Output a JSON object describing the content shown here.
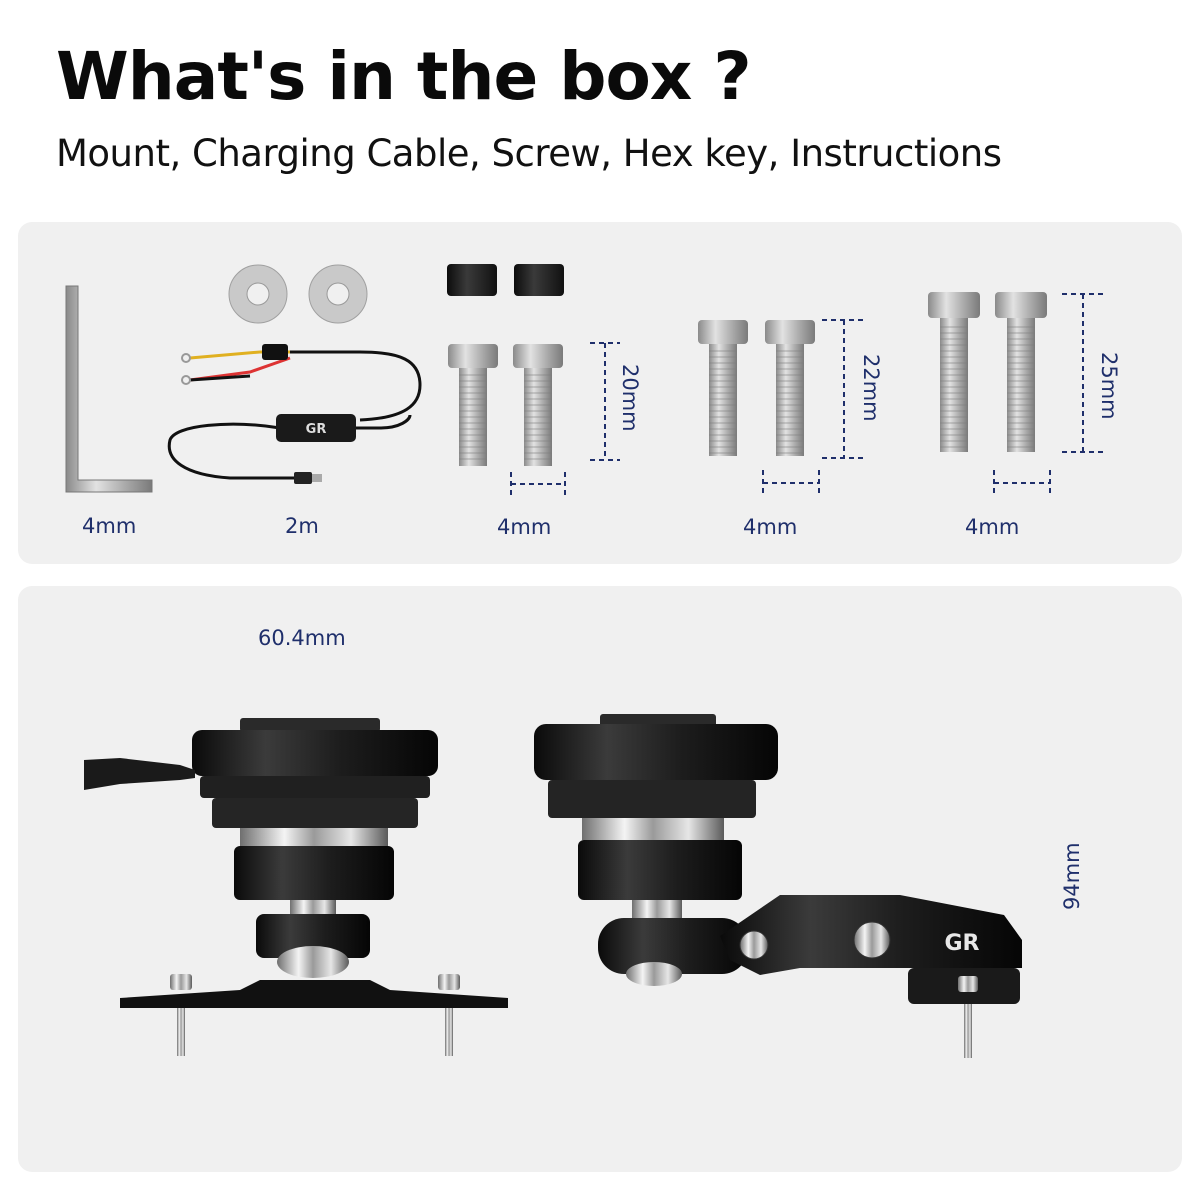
{
  "header": {
    "title": "What's in the box ?",
    "subtitle": "Mount, Charging Cable, Screw, Hex key, Instructions"
  },
  "contents": {
    "hex_key": {
      "label": "4mm"
    },
    "charging_cable": {
      "label": "2m",
      "logo": "GR"
    },
    "screw_set_20": {
      "length_label": "20mm",
      "width_label": "4mm"
    },
    "screw_set_22": {
      "length_label": "22mm",
      "width_label": "4mm"
    },
    "screw_set_25": {
      "length_label": "25mm",
      "width_label": "4mm"
    }
  },
  "mount": {
    "width_label": "60.4mm",
    "height_label": "94mm",
    "logo": "GR"
  },
  "colors": {
    "dimension": "#1f2f6b",
    "panel": "#f0f0f0",
    "metal": "#b8b8b8",
    "black_part": "#1e1e1e"
  }
}
